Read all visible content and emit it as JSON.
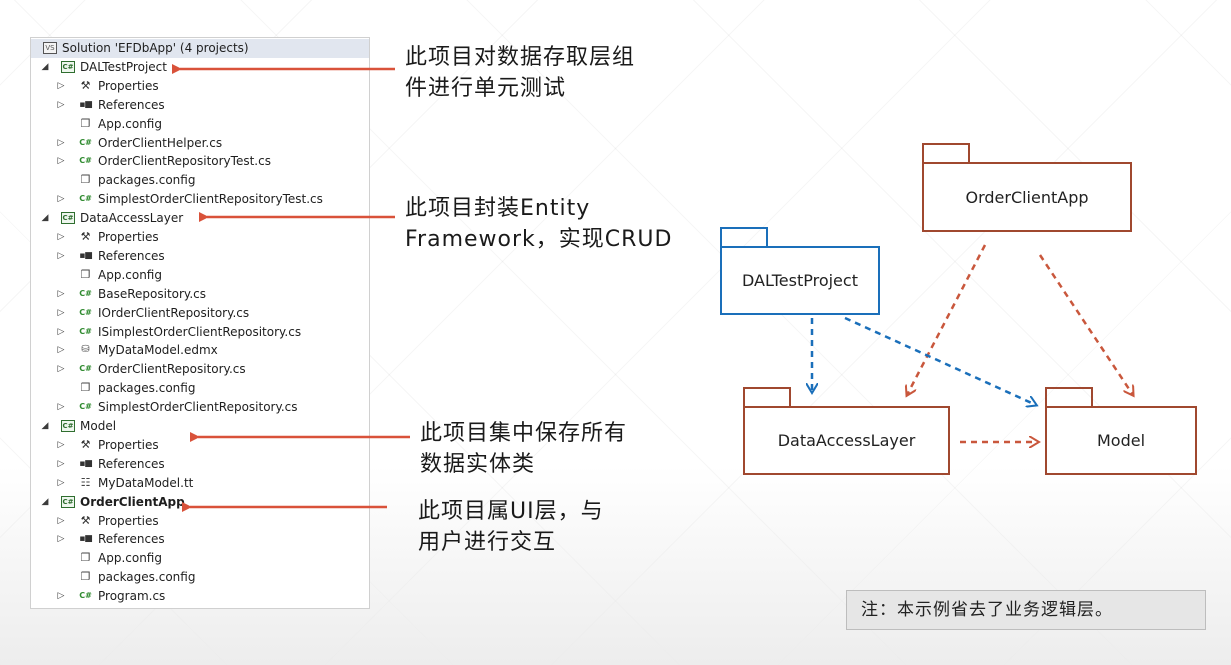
{
  "solution_explorer": {
    "rows": [
      {
        "label": "Solution 'EFDbApp' (4 projects)",
        "icon": "solution-icon",
        "expand": "",
        "level": 0
      },
      {
        "label": "DALTestProject",
        "icon": "project-icon",
        "expand": "expanded",
        "level": 1
      },
      {
        "label": "Properties",
        "icon": "wrench-icon",
        "expand": "collapsed",
        "level": 2
      },
      {
        "label": "References",
        "icon": "references-icon",
        "expand": "collapsed",
        "level": 2
      },
      {
        "label": "App.config",
        "icon": "config-icon",
        "expand": "",
        "level": 2
      },
      {
        "label": "OrderClientHelper.cs",
        "icon": "csharp-icon",
        "expand": "collapsed",
        "level": 2
      },
      {
        "label": "OrderClientRepositoryTest.cs",
        "icon": "csharp-icon",
        "expand": "collapsed",
        "level": 2
      },
      {
        "label": "packages.config",
        "icon": "config-icon",
        "expand": "",
        "level": 2
      },
      {
        "label": "SimplestOrderClientRepositoryTest.cs",
        "icon": "csharp-icon",
        "expand": "collapsed",
        "level": 2
      },
      {
        "label": "DataAccessLayer",
        "icon": "project-icon",
        "expand": "expanded",
        "level": 1
      },
      {
        "label": "Properties",
        "icon": "wrench-icon",
        "expand": "collapsed",
        "level": 2
      },
      {
        "label": "References",
        "icon": "references-icon",
        "expand": "collapsed",
        "level": 2
      },
      {
        "label": "App.config",
        "icon": "config-icon",
        "expand": "",
        "level": 2
      },
      {
        "label": "BaseRepository.cs",
        "icon": "csharp-icon",
        "expand": "collapsed",
        "level": 2
      },
      {
        "label": "IOrderClientRepository.cs",
        "icon": "csharp-icon",
        "expand": "collapsed",
        "level": 2
      },
      {
        "label": "ISimplestOrderClientRepository.cs",
        "icon": "csharp-icon",
        "expand": "collapsed",
        "level": 2
      },
      {
        "label": "MyDataModel.edmx",
        "icon": "edmx-icon",
        "expand": "collapsed",
        "level": 2
      },
      {
        "label": "OrderClientRepository.cs",
        "icon": "csharp-icon",
        "expand": "collapsed",
        "level": 2
      },
      {
        "label": "packages.config",
        "icon": "config-icon",
        "expand": "",
        "level": 2
      },
      {
        "label": "SimplestOrderClientRepository.cs",
        "icon": "csharp-icon",
        "expand": "collapsed",
        "level": 2
      },
      {
        "label": "Model",
        "icon": "project-icon",
        "expand": "expanded",
        "level": 1
      },
      {
        "label": "Properties",
        "icon": "wrench-icon",
        "expand": "collapsed",
        "level": 2
      },
      {
        "label": "References",
        "icon": "references-icon",
        "expand": "collapsed",
        "level": 2
      },
      {
        "label": "MyDataModel.tt",
        "icon": "template-icon",
        "expand": "collapsed",
        "level": 2
      },
      {
        "label": "OrderClientApp",
        "icon": "project-icon",
        "expand": "expanded",
        "level": 1,
        "bold": true
      },
      {
        "label": "Properties",
        "icon": "wrench-icon",
        "expand": "collapsed",
        "level": 2
      },
      {
        "label": "References",
        "icon": "references-icon",
        "expand": "collapsed",
        "level": 2
      },
      {
        "label": "App.config",
        "icon": "config-icon",
        "expand": "",
        "level": 2
      },
      {
        "label": "packages.config",
        "icon": "config-icon",
        "expand": "",
        "level": 2
      },
      {
        "label": "Program.cs",
        "icon": "csharp-icon",
        "expand": "collapsed",
        "level": 2
      }
    ]
  },
  "annotations": {
    "dal_test": {
      "line1": "此项目对数据存取层组",
      "line2": "件进行单元测试"
    },
    "data_access": {
      "line1": "此项目封装Entity",
      "line2": "Framework，实现CRUD"
    },
    "model": {
      "line1": "此项目集中保存所有",
      "line2": "数据实体类"
    },
    "order_client": {
      "line1": "此项目属UI层，与",
      "line2": "用户进行交互"
    },
    "footer": "注：本示例省去了业务逻辑层。"
  },
  "diagram": {
    "packages": {
      "order_client_app": "OrderClientApp",
      "dal_test_project": "DALTestProject",
      "data_access_layer": "DataAccessLayer",
      "model": "Model"
    }
  },
  "colors": {
    "arrow_red": "#d9523a",
    "package_brown": "#a0482f",
    "package_blue": "#1a6fba",
    "dependency_brown": "#c9573c",
    "dependency_blue": "#1a6fba"
  }
}
